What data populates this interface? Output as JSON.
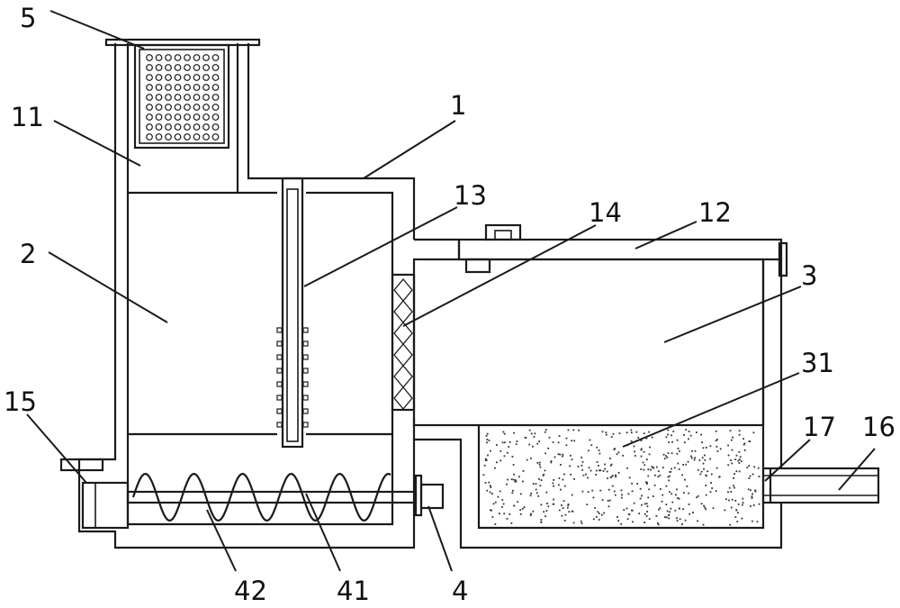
{
  "labels": {
    "l5": "5",
    "l11": "11",
    "l1": "1",
    "l13": "13",
    "l14": "14",
    "l12": "12",
    "l2": "2",
    "l3": "3",
    "l31": "31",
    "l15": "15",
    "l17": "17",
    "l16": "16",
    "l42": "42",
    "l41": "41",
    "l4": "4"
  }
}
